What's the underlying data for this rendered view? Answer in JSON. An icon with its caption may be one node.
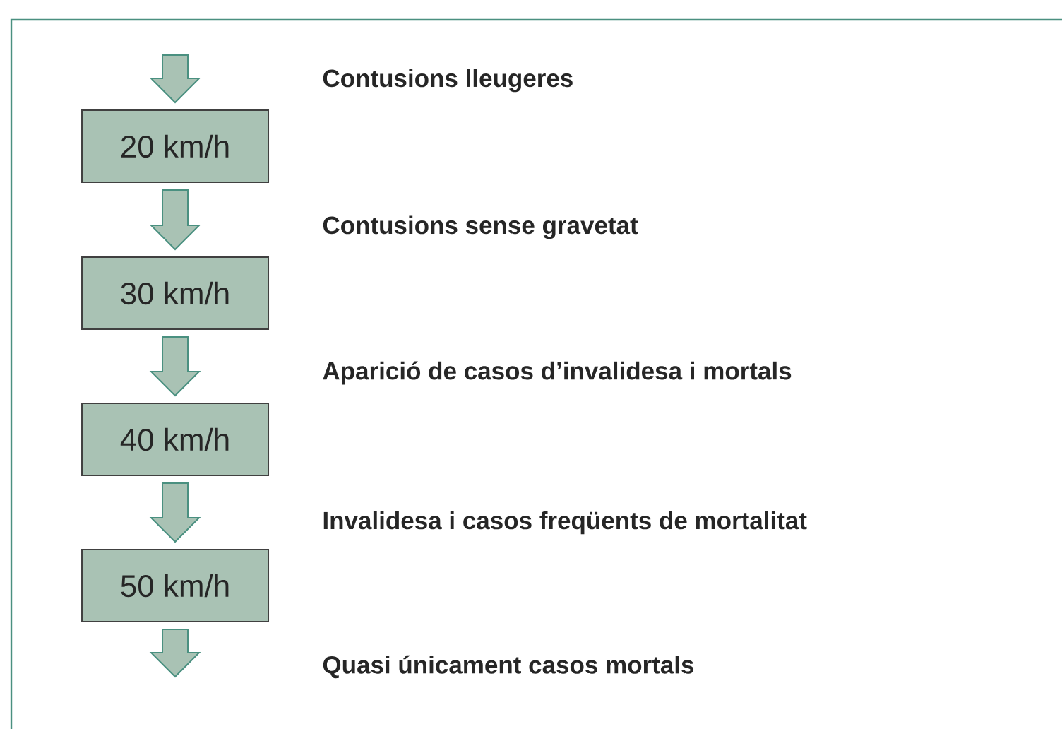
{
  "diagram": {
    "nodes": [
      {
        "text": [
          "20 km/h"
        ]
      },
      {
        "text": [
          "30 km/h"
        ]
      },
      {
        "text": [
          "40 km/h"
        ]
      },
      {
        "text": [
          "50 km/h"
        ]
      }
    ],
    "edges": [
      {
        "from": null,
        "to": 0,
        "arrow": "to"
      },
      {
        "from": 0,
        "to": 1,
        "arrow": "to"
      },
      {
        "from": 1,
        "to": 2,
        "arrow": "to"
      },
      {
        "from": 2,
        "to": 3,
        "arrow": "to"
      },
      {
        "from": 3,
        "to": null,
        "arrow": "to"
      }
    ],
    "labels": [
      "Contusions lleugeres",
      "Contusions sense gravetat",
      "Aparició de casos d’invalidesa i mortals",
      "Invalidesa i casos freqüents de mortalitat",
      "Quasi únicament casos mortals"
    ]
  }
}
